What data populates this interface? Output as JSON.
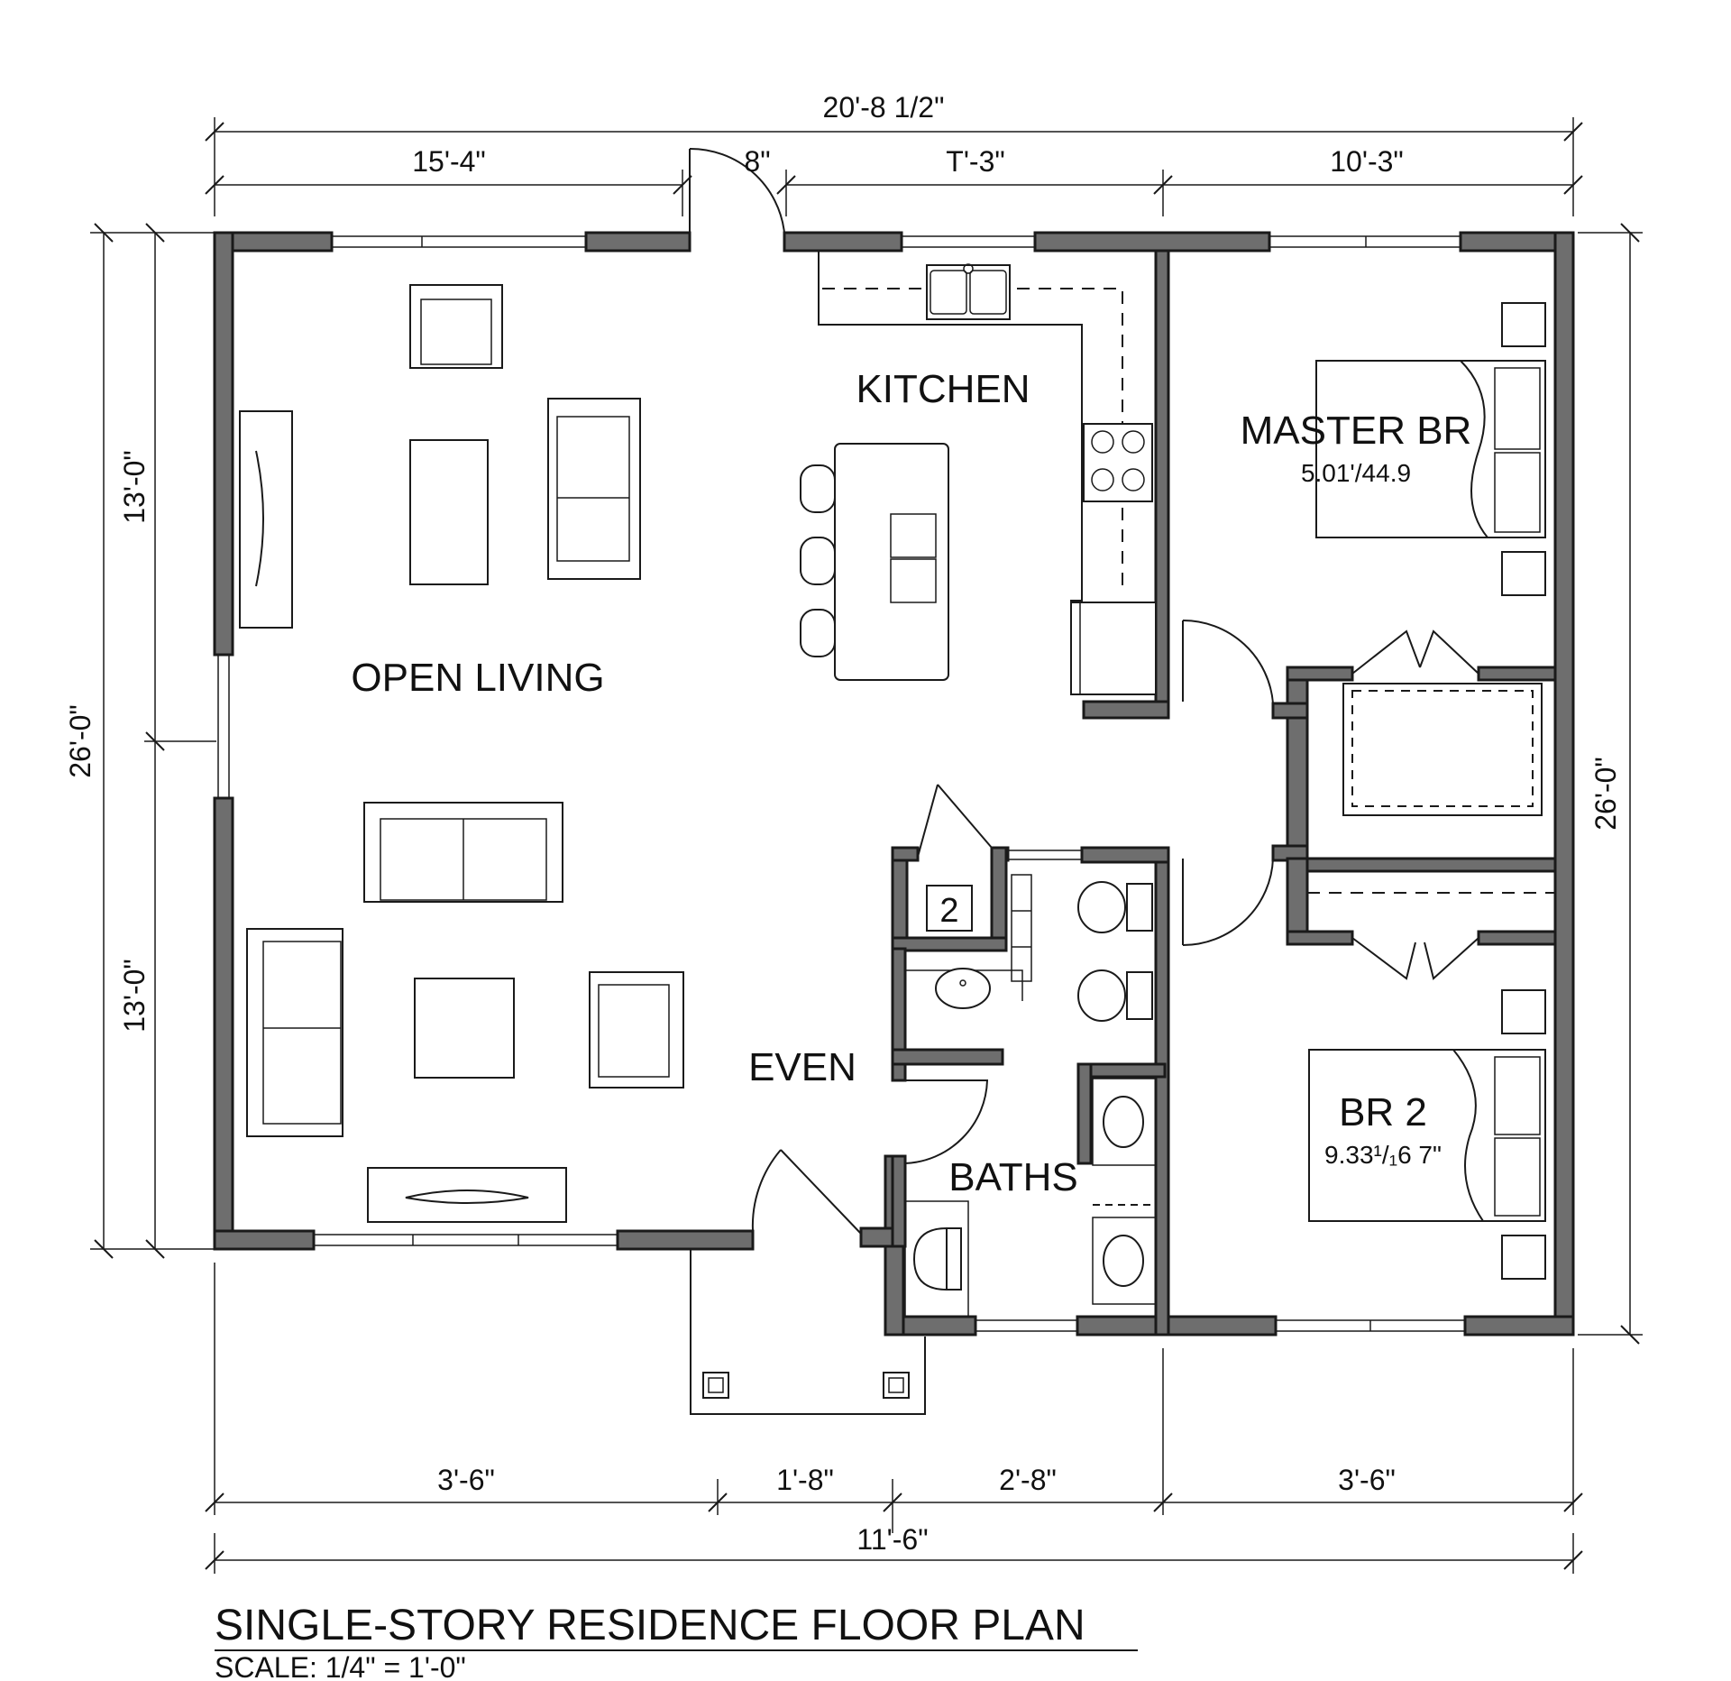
{
  "title": "SINGLE-STORY RESIDENCE FLOOR PLAN",
  "scale": "SCALE: 1/4\" = 1'-0\"",
  "rooms": {
    "open_living": "OPEN LIVING",
    "kitchen": "KITCHEN",
    "master_br": "MASTER BR",
    "master_br_area": "5.01'/44.9",
    "br2": "BR 2",
    "br2_area": "9.33¹/₁6 7\"",
    "even": "EVEN",
    "baths": "BATHS",
    "closet_tag": "2"
  },
  "dimensions": {
    "top_overall": "20'-8 1/2\"",
    "top_1": "15'-4\"",
    "top_2": "8\"",
    "top_3": "T'-3\"",
    "top_4": "10'-3\"",
    "left_overall": "26'-0\"",
    "left_upper": "13'-0\"",
    "left_lower": "13'-0\"",
    "right_overall": "26'-0\"",
    "bottom_1": "3'-6\"",
    "bottom_2": "1'-8\"",
    "bottom_3": "2'-8\"",
    "bottom_4": "3'-6\"",
    "bottom_overall": "11'-6\""
  }
}
